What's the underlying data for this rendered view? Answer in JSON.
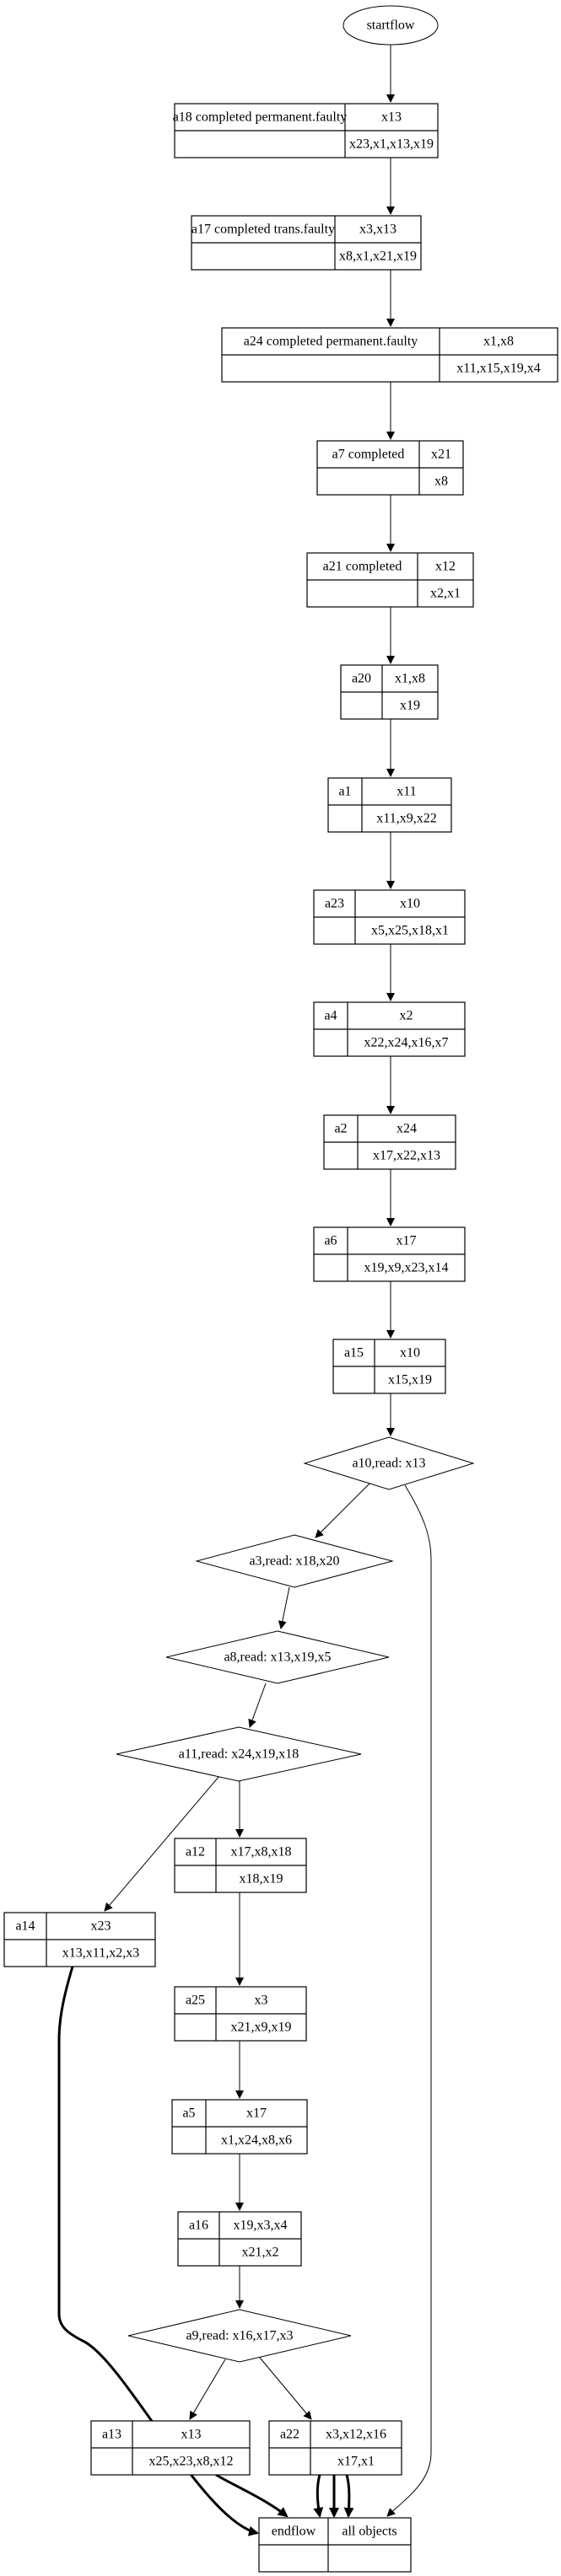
{
  "diagram": {
    "type": "flowchart",
    "start": {
      "id": "startflow",
      "label": "startflow"
    },
    "end": {
      "id": "endflow",
      "cells": [
        "endflow",
        "all objects",
        "",
        ""
      ]
    },
    "records": [
      {
        "id": "a18",
        "cells": [
          "a18 completed permanent.faulty",
          "x13",
          "",
          "x23,x1,x13,x19"
        ]
      },
      {
        "id": "a17",
        "cells": [
          "a17 completed trans.faulty",
          "x3,x13",
          "",
          "x8,x1,x21,x19"
        ]
      },
      {
        "id": "a24",
        "cells": [
          "a24 completed permanent.faulty",
          "x1,x8",
          "",
          "x11,x15,x19,x4"
        ]
      },
      {
        "id": "a7",
        "cells": [
          "a7 completed",
          "x21",
          "",
          "x8"
        ]
      },
      {
        "id": "a21",
        "cells": [
          "a21 completed",
          "x12",
          "",
          "x2,x1"
        ]
      },
      {
        "id": "a20",
        "cells": [
          "a20",
          "x1,x8",
          "",
          "x19"
        ]
      },
      {
        "id": "a1",
        "cells": [
          "a1",
          "x11",
          "",
          "x11,x9,x22"
        ]
      },
      {
        "id": "a23",
        "cells": [
          "a23",
          "x10",
          "",
          "x5,x25,x18,x1"
        ]
      },
      {
        "id": "a4",
        "cells": [
          "a4",
          "x2",
          "",
          "x22,x24,x16,x7"
        ]
      },
      {
        "id": "a2",
        "cells": [
          "a2",
          "x24",
          "",
          "x17,x22,x13"
        ]
      },
      {
        "id": "a6",
        "cells": [
          "a6",
          "x17",
          "",
          "x19,x9,x23,x14"
        ]
      },
      {
        "id": "a15",
        "cells": [
          "a15",
          "x10",
          "",
          "x15,x19"
        ]
      },
      {
        "id": "a12",
        "cells": [
          "a12",
          "x17,x8,x18",
          "",
          "x18,x19"
        ]
      },
      {
        "id": "a14",
        "cells": [
          "a14",
          "x23",
          "",
          "x13,x11,x2,x3"
        ]
      },
      {
        "id": "a25",
        "cells": [
          "a25",
          "x3",
          "",
          "x21,x9,x19"
        ]
      },
      {
        "id": "a5",
        "cells": [
          "a5",
          "x17",
          "",
          "x1,x24,x8,x6"
        ]
      },
      {
        "id": "a16",
        "cells": [
          "a16",
          "x19,x3,x4",
          "",
          "x21,x2"
        ]
      },
      {
        "id": "a13",
        "cells": [
          "a13",
          "x13",
          "",
          "x25,x23,x8,x12"
        ]
      },
      {
        "id": "a22",
        "cells": [
          "a22",
          "x3,x12,x16",
          "",
          "x17,x1"
        ]
      }
    ],
    "decisions": [
      {
        "id": "a10",
        "label": "a10,read: x13"
      },
      {
        "id": "a3",
        "label": "a3,read: x18,x20"
      },
      {
        "id": "a8",
        "label": "a8,read: x13,x19,x5"
      },
      {
        "id": "a11",
        "label": "a11,read: x24,x19,x18"
      },
      {
        "id": "a9",
        "label": "a9,read: x16,x17,x3"
      }
    ],
    "edges": [
      {
        "from": "startflow",
        "to": "a18",
        "bold": false
      },
      {
        "from": "a18",
        "to": "a17",
        "bold": false
      },
      {
        "from": "a17",
        "to": "a24",
        "bold": false
      },
      {
        "from": "a24",
        "to": "a7",
        "bold": false
      },
      {
        "from": "a7",
        "to": "a21",
        "bold": false
      },
      {
        "from": "a21",
        "to": "a20",
        "bold": false
      },
      {
        "from": "a20",
        "to": "a1",
        "bold": false
      },
      {
        "from": "a1",
        "to": "a23",
        "bold": false
      },
      {
        "from": "a23",
        "to": "a4",
        "bold": false
      },
      {
        "from": "a4",
        "to": "a2",
        "bold": false
      },
      {
        "from": "a2",
        "to": "a6",
        "bold": false
      },
      {
        "from": "a6",
        "to": "a15",
        "bold": false
      },
      {
        "from": "a15",
        "to": "a10",
        "bold": false
      },
      {
        "from": "a10",
        "to": "a3",
        "bold": false
      },
      {
        "from": "a10",
        "to": "endflow",
        "bold": false
      },
      {
        "from": "a3",
        "to": "a8",
        "bold": false
      },
      {
        "from": "a8",
        "to": "a11",
        "bold": false
      },
      {
        "from": "a11",
        "to": "a14",
        "bold": false
      },
      {
        "from": "a11",
        "to": "a12",
        "bold": false
      },
      {
        "from": "a12",
        "to": "a25",
        "bold": false
      },
      {
        "from": "a25",
        "to": "a5",
        "bold": false
      },
      {
        "from": "a5",
        "to": "a16",
        "bold": false
      },
      {
        "from": "a16",
        "to": "a9",
        "bold": false
      },
      {
        "from": "a9",
        "to": "a13",
        "bold": false
      },
      {
        "from": "a9",
        "to": "a22",
        "bold": false
      },
      {
        "from": "a14",
        "to": "endflow",
        "bold": true
      },
      {
        "from": "a13",
        "to": "endflow",
        "bold": true
      },
      {
        "from": "a22",
        "to": "endflow",
        "bold": true,
        "count": 3
      }
    ]
  }
}
